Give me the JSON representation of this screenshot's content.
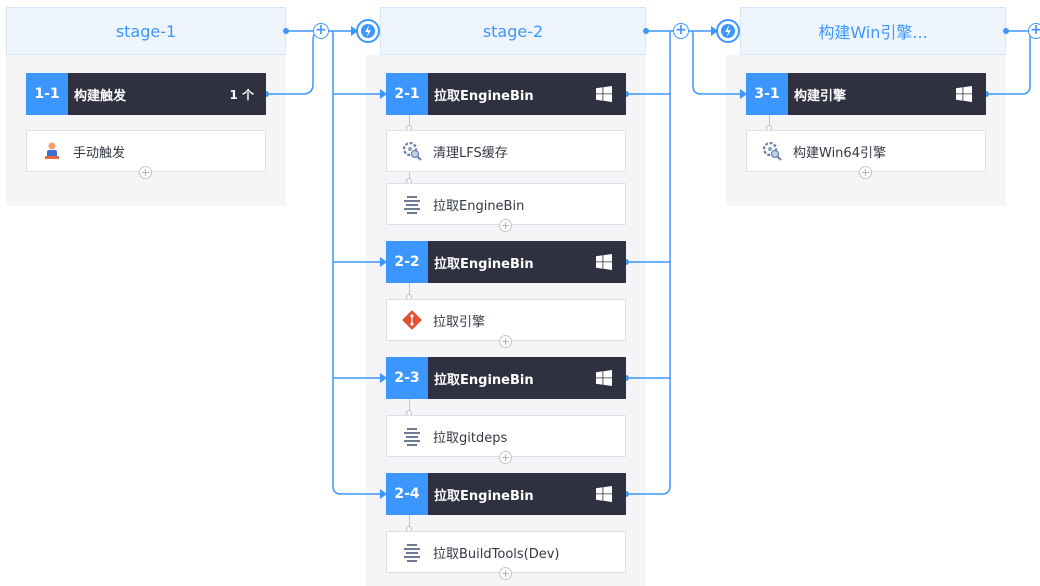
{
  "stages": [
    {
      "title": "stage-1"
    },
    {
      "title": "stage-2"
    },
    {
      "title": "构建Win引擎..."
    }
  ],
  "jobs": {
    "j11": {
      "id": "1-1",
      "name": "构建触发",
      "count": "1 个"
    },
    "j21": {
      "id": "2-1",
      "name": "拉取EngineBin",
      "os": "windows-icon"
    },
    "j22": {
      "id": "2-2",
      "name": "拉取EngineBin",
      "os": "windows-icon"
    },
    "j23": {
      "id": "2-3",
      "name": "拉取EngineBin",
      "os": "windows-icon"
    },
    "j24": {
      "id": "2-4",
      "name": "拉取EngineBin",
      "os": "windows-icon"
    },
    "j31": {
      "id": "3-1",
      "name": "构建引擎",
      "os": "windows-icon"
    }
  },
  "tasks": {
    "t11a": {
      "label": "手动触发",
      "icon": "manual-trigger-icon"
    },
    "t21a": {
      "label": "清理LFS缓存",
      "icon": "gear-search-icon"
    },
    "t21b": {
      "label": "拉取EngineBin",
      "icon": "code-lines-icon"
    },
    "t22a": {
      "label": "拉取引擎",
      "icon": "git-icon"
    },
    "t23a": {
      "label": "拉取gitdeps",
      "icon": "code-lines-icon"
    },
    "t24a": {
      "label": "拉取BuildTools(Dev)",
      "icon": "code-lines-icon"
    },
    "t31a": {
      "label": "构建Win64引擎",
      "icon": "gear-search-icon"
    }
  },
  "colors": {
    "accent": "#3c96ff",
    "job_bg": "#2f3140",
    "stage_header_bg": "#eef5fd",
    "stage_bg": "#f5f5f7"
  }
}
